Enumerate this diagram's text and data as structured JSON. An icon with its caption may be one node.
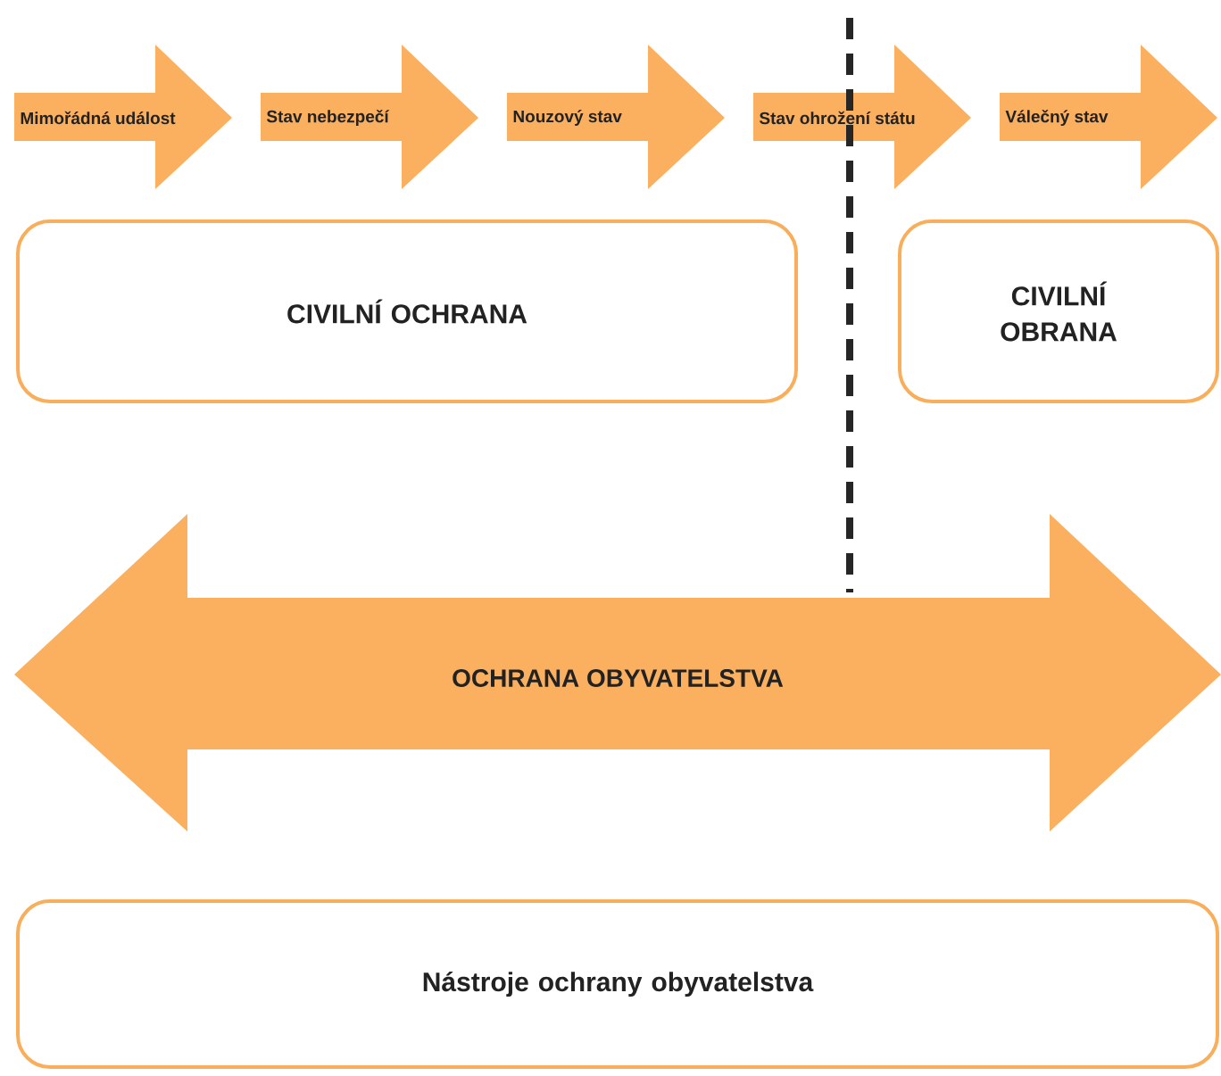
{
  "diagram": {
    "nodes": [
      {
        "text": [
          "Mimořádná událost"
        ]
      },
      {
        "text": [
          "Stav nebezpečí"
        ]
      },
      {
        "text": [
          "Nouzový stav"
        ]
      },
      {
        "text": [
          "Stav ohrožení státu"
        ]
      },
      {
        "text": [
          "Válečný stav"
        ]
      },
      {
        "text": [
          "CIVILNÍ OCHRANA"
        ]
      },
      {
        "text": [
          "CIVILNÍ OBRANA"
        ]
      },
      {
        "text": [
          "OCHRANA OBYVATELSTVA"
        ]
      },
      {
        "text": [
          "Nástroje ochrany obyvatelstva"
        ]
      }
    ]
  }
}
